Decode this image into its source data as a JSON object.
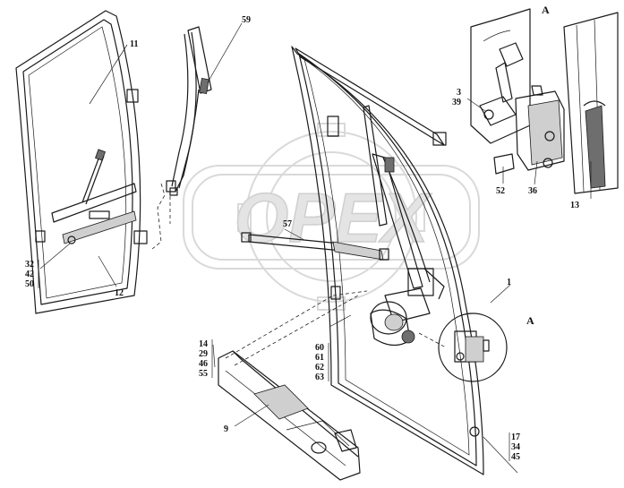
{
  "watermark": {
    "text": "OPEX"
  },
  "detail": {
    "label": "A"
  },
  "callouts": {
    "c11": "11",
    "c59": "59",
    "c57": "57",
    "c12": "12",
    "c1": "1",
    "c9": "9",
    "c52": "52",
    "c36": "36",
    "c13": "13",
    "c_a_view": "A",
    "c_a_marker": "A"
  },
  "callout_groups": {
    "g3": [
      "3",
      "39"
    ],
    "g32": [
      "32",
      "42",
      "50"
    ],
    "g14": [
      "14",
      "29",
      "46",
      "55"
    ],
    "g60": [
      "60",
      "61",
      "62",
      "63"
    ],
    "g17": [
      "17",
      "34",
      "45"
    ]
  }
}
